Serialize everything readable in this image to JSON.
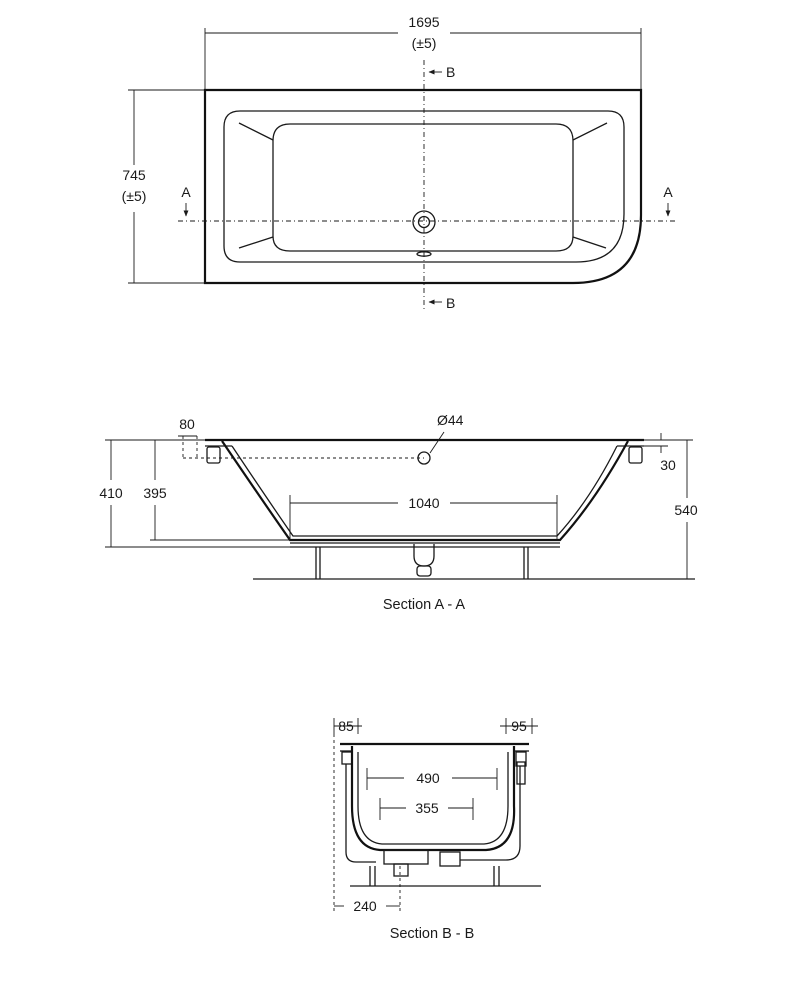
{
  "plan": {
    "width_label": "1695",
    "width_tol": "(±5)",
    "depth_label": "745",
    "depth_tol": "(±5)",
    "section_a_left": "A",
    "section_a_right": "A",
    "section_b_top": "B",
    "section_b_bottom": "B"
  },
  "section_aa": {
    "rim_label": "80",
    "waste_label": "Ø44",
    "overall_height_left": "410",
    "inner_depth_left": "395",
    "floor_length_label": "1040",
    "overall_height_right": "540",
    "rim_thickness_label": "30",
    "caption": "Section A - A"
  },
  "section_bb": {
    "left_rim_label": "85",
    "right_rim_label": "95",
    "top_inner_label": "490",
    "floor_inner_label": "355",
    "waste_offset_label": "240",
    "caption": "Section B - B"
  }
}
